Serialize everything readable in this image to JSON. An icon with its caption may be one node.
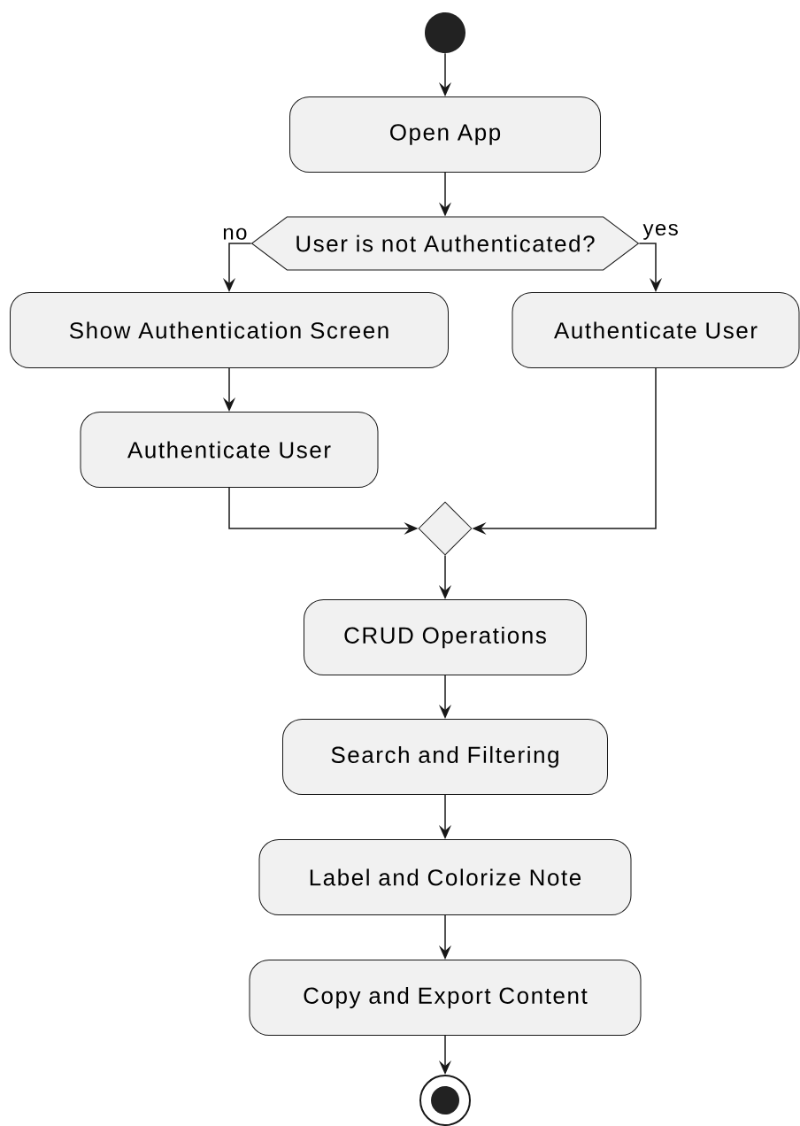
{
  "diagram": {
    "nodes": [
      {
        "text": [],
        "shape": "circle"
      },
      {
        "text": [
          "Open App"
        ]
      },
      {
        "text": [
          "User is not Authenticated?"
        ]
      },
      {
        "text": [
          "Show Authentication Screen"
        ]
      },
      {
        "text": [
          "Authenticate User"
        ]
      },
      {
        "text": [
          "Authenticate User"
        ]
      },
      {
        "text": [],
        "shape": "diamond"
      },
      {
        "text": [
          "CRUD Operations"
        ]
      },
      {
        "text": [
          "Search and Filtering"
        ]
      },
      {
        "text": [
          "Label and Colorize Note"
        ]
      },
      {
        "text": [
          "Copy and Export Content"
        ]
      },
      {
        "text": [],
        "shape": "bullseye"
      }
    ],
    "edges": [
      {
        "from": 0,
        "to": 1,
        "arrow": "to"
      },
      {
        "from": 1,
        "to": 2,
        "arrow": "to"
      },
      {
        "from": 2,
        "to": 3,
        "arrow": "to",
        "label": "no"
      },
      {
        "from": 2,
        "to": 4,
        "arrow": "to",
        "label": "yes"
      },
      {
        "from": 3,
        "to": 5,
        "arrow": "to"
      },
      {
        "from": 5,
        "to": 6,
        "arrow": "to"
      },
      {
        "from": 4,
        "to": 6,
        "arrow": "to"
      },
      {
        "from": 6,
        "to": 7,
        "arrow": "to"
      },
      {
        "from": 7,
        "to": 8,
        "arrow": "to"
      },
      {
        "from": 8,
        "to": 9,
        "arrow": "to"
      },
      {
        "from": 9,
        "to": 10,
        "arrow": "to"
      },
      {
        "from": 10,
        "to": 11,
        "arrow": "to"
      }
    ]
  }
}
